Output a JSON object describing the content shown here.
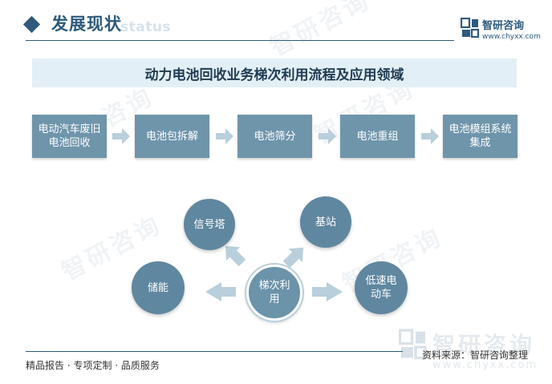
{
  "header": {
    "title": "发展现状",
    "title_en": "status",
    "brand_name": "智研咨询",
    "brand_url": "www.chyxx.com"
  },
  "banner": {
    "title": "动力电池回收业务梯次利用流程及应用领域"
  },
  "process": [
    {
      "label": "电动汽车废旧电池回收"
    },
    {
      "label": "电池包拆解"
    },
    {
      "label": "电池筛分"
    },
    {
      "label": "电池重组"
    },
    {
      "label": "电池模组系统集成"
    }
  ],
  "applications": {
    "center": "梯次利用",
    "items": [
      {
        "label": "信号塔"
      },
      {
        "label": "基站"
      },
      {
        "label": "储能"
      },
      {
        "label": "低速电动车"
      }
    ]
  },
  "watermark": {
    "text": "智研咨询",
    "url": "www.chyxx.com"
  },
  "footer": {
    "left": "精品报告 · 专项定制 · 品质服务",
    "source": "资料来源：智研咨询整理"
  },
  "colors": {
    "primary": "#2d5a7d",
    "box": "#6f95ab",
    "circle": "#5f879f",
    "arrow": "#b9cfdb",
    "banner": "#e3eff6"
  }
}
